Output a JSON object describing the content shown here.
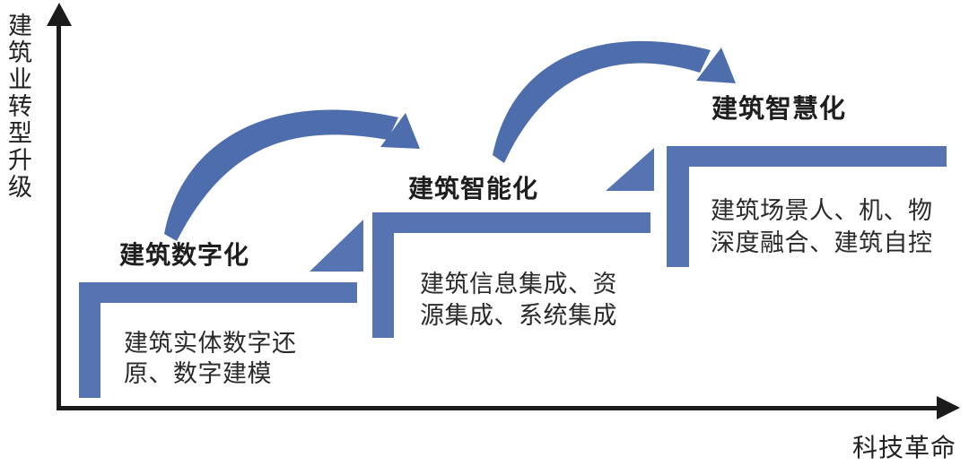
{
  "diagram": {
    "title_implicit": "建筑业转型升级阶梯图",
    "type": "staircase-diagram",
    "colors": {
      "step_blue": "#5673b2",
      "arrow_blue": "#4d6dac",
      "axis_black": "#1b1b1b",
      "text_black": "#222222"
    },
    "axes": {
      "y_label": "建筑业转型升级",
      "x_label": "科技革命"
    },
    "steps": [
      {
        "title": "建筑数字化",
        "description": "建筑实体数字还原、数字建模"
      },
      {
        "title": "建筑智能化",
        "description": "建筑信息集成、资源集成、系统集成"
      },
      {
        "title": "建筑智慧化",
        "description": "建筑场景人、机、物深度融合、建筑自控"
      }
    ]
  }
}
